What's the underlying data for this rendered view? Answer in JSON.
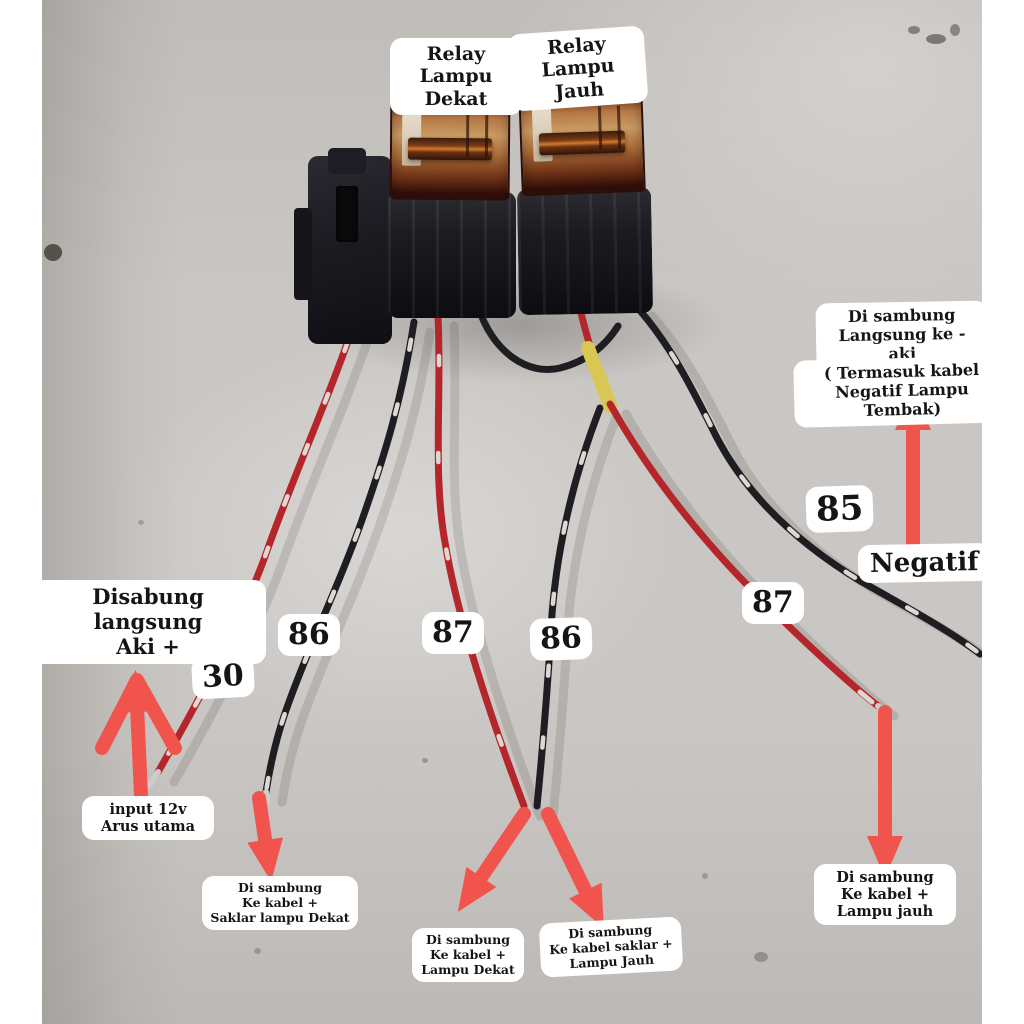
{
  "labels": {
    "relay_dekat": {
      "lines": [
        "Relay",
        "Lampu Dekat"
      ]
    },
    "relay_jauh": {
      "lines": [
        "Relay",
        "Lampu Jauh"
      ]
    },
    "sambung_ke_aki": {
      "lines": [
        "Di sambung",
        "Langsung ke - aki"
      ]
    },
    "termasuk_kabel": {
      "lines": [
        "( Termasuk kabel",
        "Negatif Lampu Tembak)"
      ]
    },
    "pin_85": {
      "text": "85"
    },
    "negatif": {
      "text": "Negatif"
    },
    "pin_87_kanan": {
      "text": "87"
    },
    "aki_plus": {
      "lines": [
        "Disabung langsung",
        "Aki +"
      ]
    },
    "pin_30": {
      "text": "30"
    },
    "pin_86_kiri": {
      "text": "86"
    },
    "pin_87_kiri": {
      "text": "87"
    },
    "pin_86_tengah": {
      "text": "86"
    },
    "input_12v": {
      "lines": [
        "input 12v",
        "Arus utama"
      ]
    },
    "saklar_lampu_dekat": {
      "lines": [
        "Di sambung",
        "Ke kabel +",
        "Saklar lampu Dekat"
      ]
    },
    "kabel_lampu_dekat": {
      "lines": [
        "Di sambung",
        "Ke kabel +",
        "Lampu Dekat"
      ]
    },
    "kabel_saklar_lampu_jauh": {
      "lines": [
        "Di sambung",
        "Ke kabel saklar +",
        "Lampu Jauh"
      ]
    },
    "kabel_lampu_jauh": {
      "lines": [
        "Di sambung",
        "Ke kabel +",
        "Lampu jauh"
      ]
    }
  },
  "colors": {
    "arrow_red": "#f0544c",
    "wire_red": "#b5262b",
    "wire_black": "#1d1d22",
    "wire_band_white": "#ddd8d2",
    "sleeve_yellow": "#d8c755",
    "label_bg": "#ffffff",
    "label_text": "#151515",
    "floor_gray": "#c9c6c3",
    "margin_white": "#ffffff"
  }
}
